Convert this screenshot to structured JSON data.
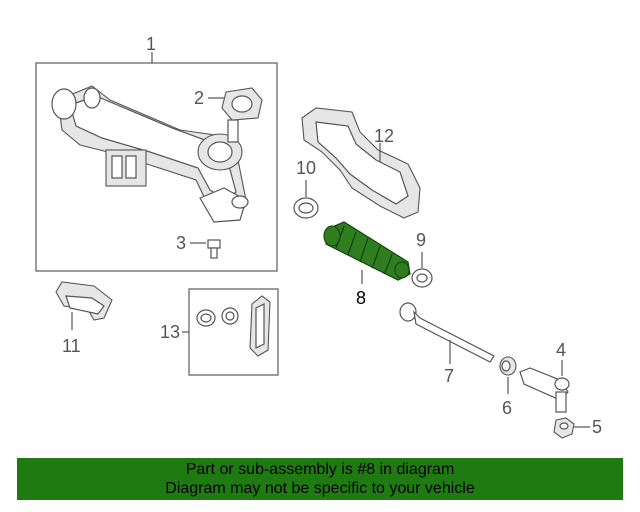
{
  "callouts": {
    "c1": "1",
    "c2": "2",
    "c3": "3",
    "c4": "4",
    "c5": "5",
    "c6": "6",
    "c7": "7",
    "c8": "8",
    "c9": "9",
    "c10": "10",
    "c11": "11",
    "c12": "12",
    "c13": "13"
  },
  "highlight": {
    "part": "8",
    "color": "#2e7d1e"
  },
  "banner": {
    "line1": "Part or sub-assembly is #8 in diagram",
    "line2": "Diagram may not be specific to your vehicle",
    "background": "#1f7a12"
  }
}
